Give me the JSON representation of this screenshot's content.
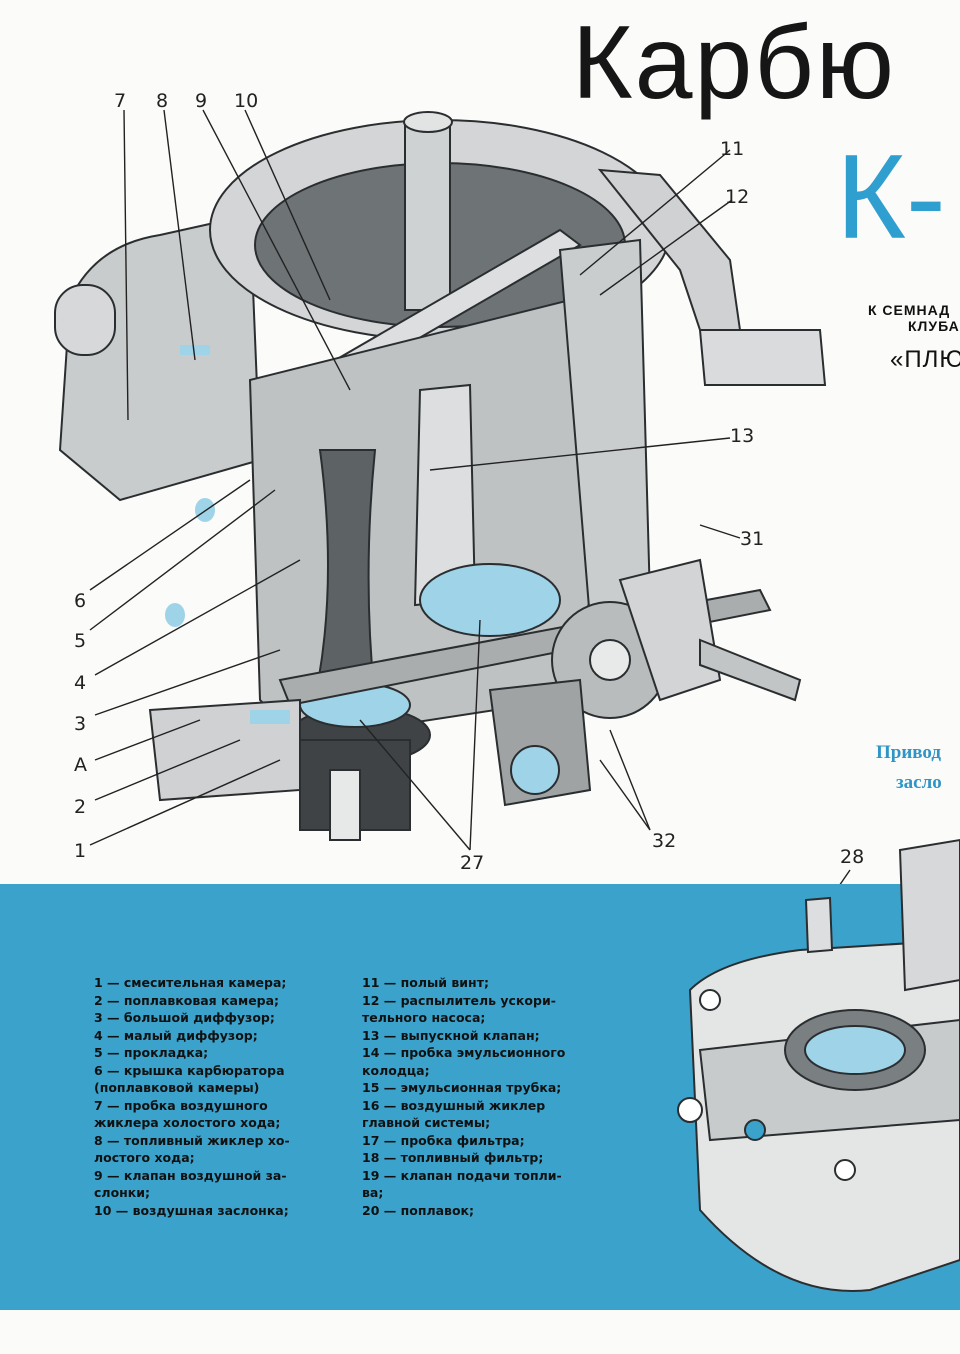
{
  "header": {
    "title": "Карбю",
    "model": "К-",
    "subtitle_line1": "К СЕМНАД",
    "subtitle_line2": "КЛУБА",
    "subtitle_line3": "«ПЛЮ"
  },
  "drive_caption": {
    "line1": "Привод",
    "line2": "засло"
  },
  "callouts": [
    "7",
    "8",
    "9",
    "10",
    "11",
    "12",
    "13",
    "31",
    "6",
    "5",
    "4",
    "3",
    "А",
    "2",
    "1",
    "27",
    "32",
    "28"
  ],
  "legend": {
    "column1": [
      "1 — смесительная камера;",
      "2 — поплавковая камера;",
      "3 — большой диффузор;",
      "4 — малый диффузор;",
      "5 — прокладка;",
      "6 — крышка карбюратора",
      "(поплавковой камеры)",
      "7 — пробка воздушного",
      "жиклера холостого хода;",
      "8 — топливный жиклер хо-",
      "лостого хода;",
      "9 — клапан воздушной за-",
      "слонки;",
      "10 — воздушная заслонка;"
    ],
    "column2": [
      "11 — полый винт;",
      "12 — распылитель ускори-",
      "тельного насоса;",
      "13 — выпускной клапан;",
      "14 — пробка эмульсионного",
      "колодца;",
      "15 — эмульсионная трубка;",
      "16 — воздушный жиклер",
      "главной системы;",
      "17 — пробка фильтра;",
      "18 — топливный фильтр;",
      "19 — клапан подачи топли-",
      "ва;",
      "20 — поплавок;"
    ]
  },
  "colors": {
    "accent_blue": "#3aa2cb",
    "model_blue": "#2f9fd0",
    "metal": "#c9cccd",
    "dark_metal": "#4c5052",
    "paper": "#fbfbf9"
  },
  "icons": [
    "carburetor-illustration",
    "carburetor-base-illustration"
  ]
}
